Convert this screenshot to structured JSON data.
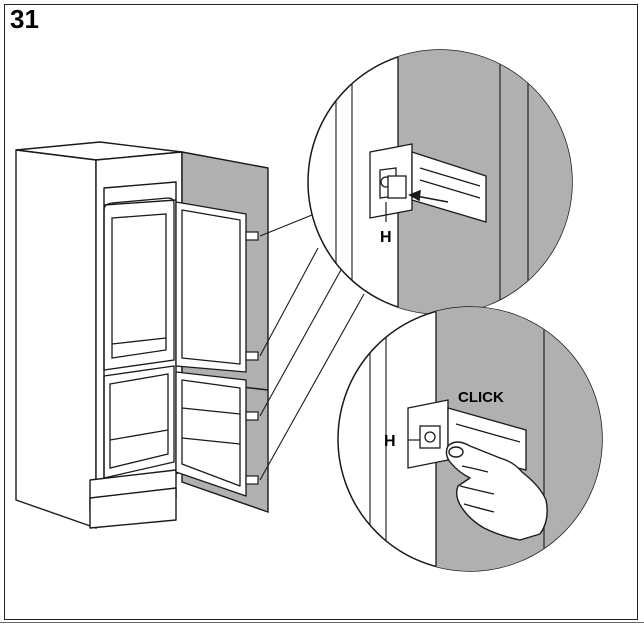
{
  "step_number": "31",
  "labels": {
    "top_detail_part": "H",
    "bottom_detail_part": "H",
    "bottom_detail_action": "CLICK"
  },
  "colors": {
    "panel_gray": "#b0b0b0",
    "outline": "#1a1a1a"
  }
}
